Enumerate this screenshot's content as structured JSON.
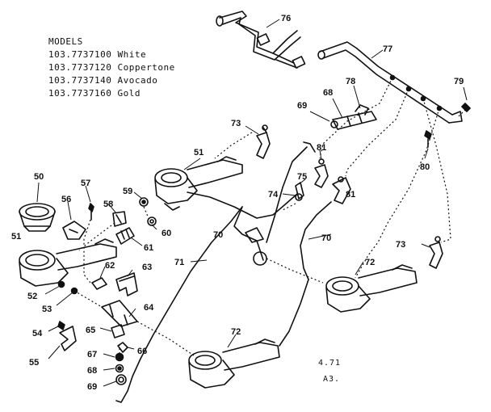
{
  "models": {
    "heading": "MODELS",
    "entries": [
      "103.7737100 White",
      "103.7737120 Coppertone",
      "103.7737140 Avocado",
      "103.7737160 Gold"
    ]
  },
  "callouts": [
    "76",
    "77",
    "78",
    "79",
    "68",
    "69",
    "73",
    "51",
    "81",
    "75",
    "74",
    "80",
    "50",
    "57",
    "56",
    "59",
    "58",
    "60",
    "61",
    "70",
    "71",
    "62",
    "63",
    "52",
    "53",
    "64",
    "54",
    "65",
    "55",
    "66",
    "67",
    "72"
  ],
  "footer": {
    "line1": "4.71",
    "line2": "A3."
  }
}
